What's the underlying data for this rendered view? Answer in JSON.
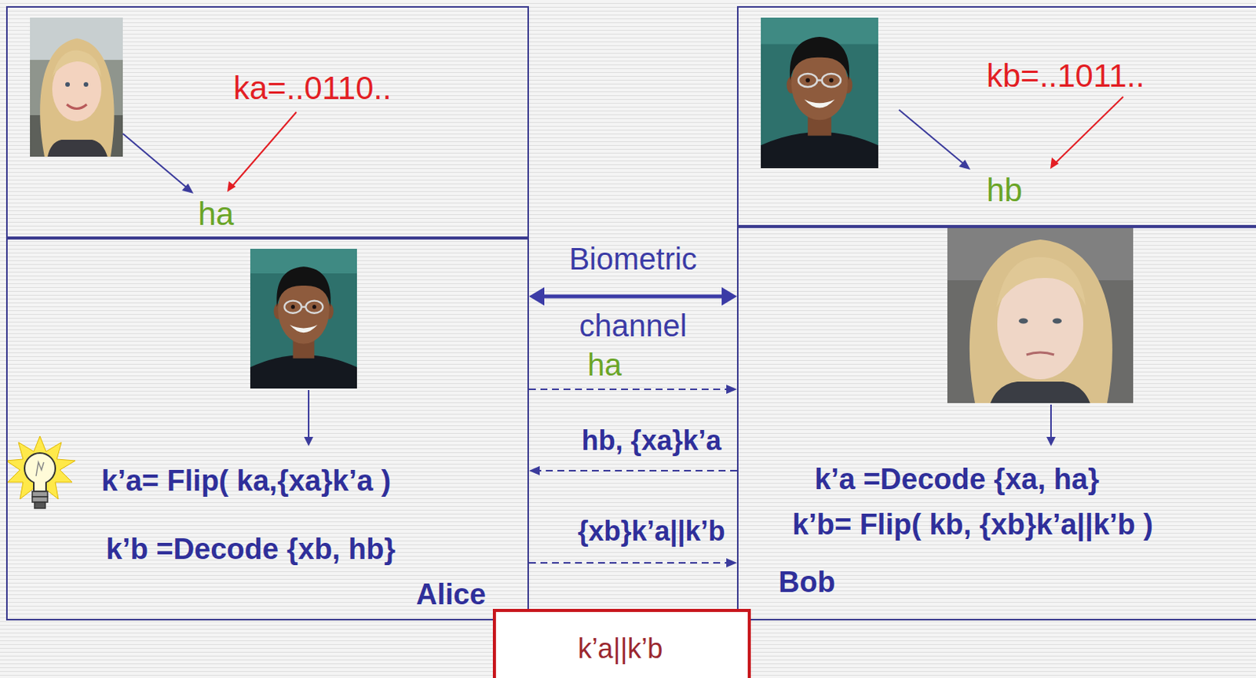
{
  "diagram": {
    "nodes": [
      {
        "text": [
          "ka=..0110..",
          "ha"
        ]
      },
      {
        "text": [
          "kb=..1011..",
          "hb"
        ]
      },
      {
        "text": [
          "k’a= Flip( ka,{xa}k’a )",
          "k’b =Decode {xb, hb}",
          "Alice"
        ]
      },
      {
        "text": [
          "k’a =Decode {xa, ha}",
          "k’b= Flip( kb, {xb}k’a||k’b )",
          "Bob"
        ]
      },
      {
        "text": [
          "k’a||k’b"
        ]
      }
    ],
    "edges": [
      {
        "from": 2,
        "to": 3,
        "label": "Biometric channel",
        "arrow": "both"
      },
      {
        "from": 2,
        "to": 3,
        "label": "ha",
        "arrow": "to"
      },
      {
        "from": 3,
        "to": 2,
        "label": "hb, {xa}k’a",
        "arrow": "to"
      },
      {
        "from": 2,
        "to": 3,
        "label": "{xb}k’a||k’b",
        "arrow": "to"
      }
    ]
  }
}
